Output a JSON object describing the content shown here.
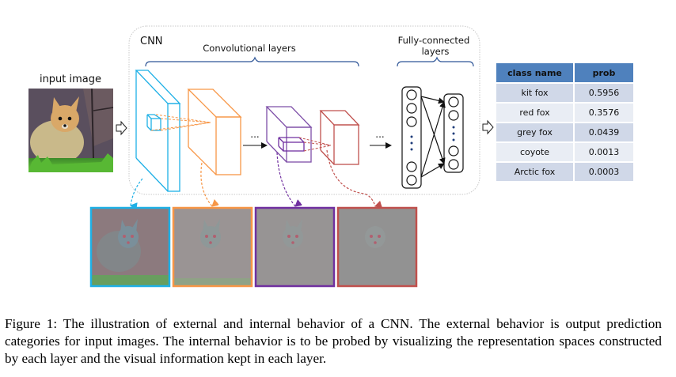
{
  "figure": {
    "input_label": "input image",
    "cnn_label": "CNN",
    "conv_label": "Convolutional layers",
    "fc_label_line1": "Fully-connected",
    "fc_label_line2": "layers",
    "ellipsis": "...",
    "layer_colors": [
      "#1eb0e6",
      "#f79646",
      "#7e4fa8",
      "#c0504d"
    ],
    "table": {
      "headers": [
        "class name",
        "prob"
      ],
      "rows": [
        {
          "class": "kit fox",
          "prob": "0.5956"
        },
        {
          "class": "red fox",
          "prob": "0.3576"
        },
        {
          "class": "grey fox",
          "prob": "0.0439"
        },
        {
          "class": "coyote",
          "prob": "0.0013"
        },
        {
          "class": "Arctic fox",
          "prob": "0.0003"
        }
      ],
      "header_color": "#4f81bd"
    }
  },
  "caption": "Figure 1: The illustration of external and internal behavior of a CNN. The external behavior is output prediction categories for input images. The internal behavior is to be probed by visualizing the representation spaces constructed by each layer and the visual information kept in each layer."
}
